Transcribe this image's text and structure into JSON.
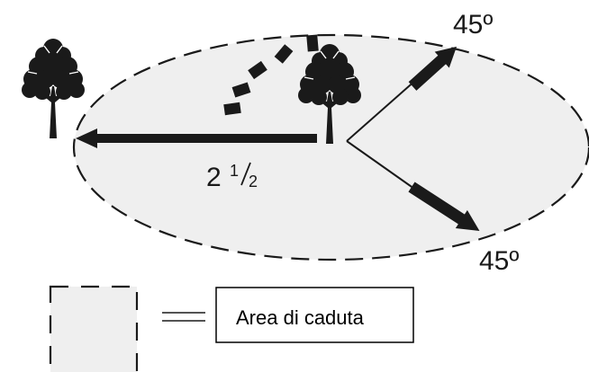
{
  "labels": {
    "angle_top": "45º",
    "angle_bottom": "45º",
    "distance_whole": "2",
    "distance_num": "1",
    "distance_den": "2"
  },
  "legend": {
    "label": "Area di caduta"
  },
  "colors": {
    "zone_fill": "#efefef",
    "stroke": "#1a1a1a"
  },
  "icons": [
    "tree-icon",
    "arrow-icon"
  ]
}
